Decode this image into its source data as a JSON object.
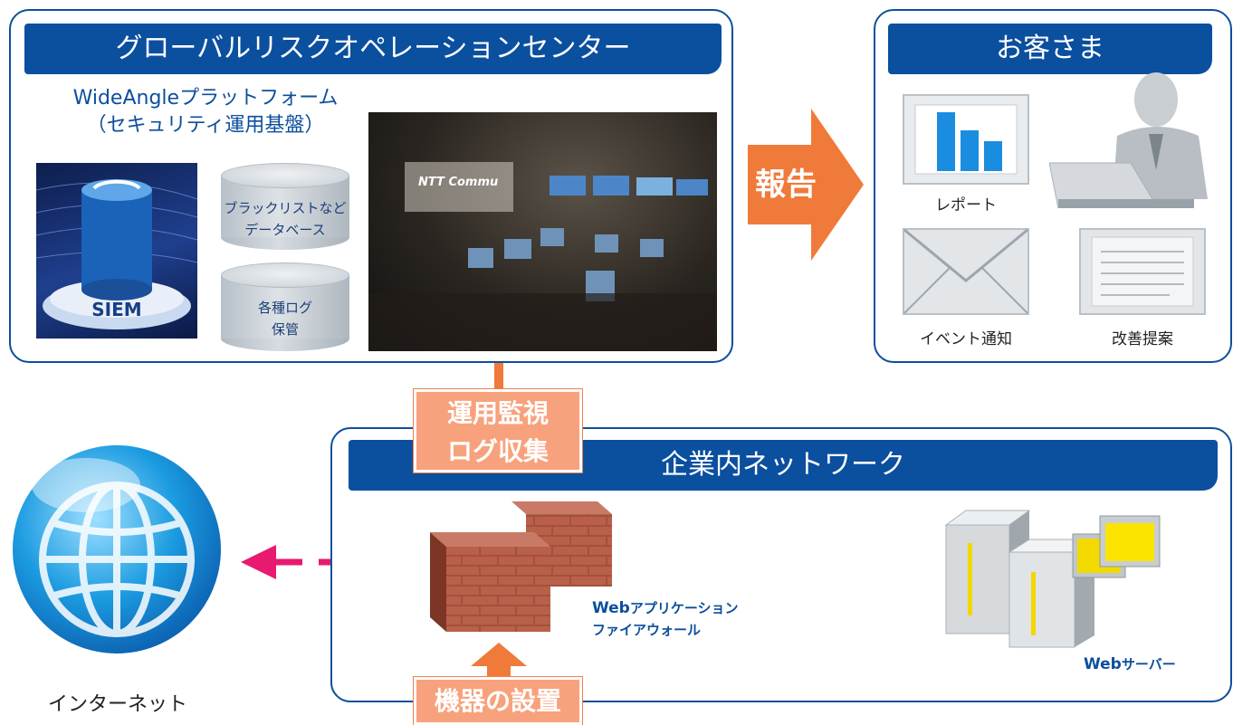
{
  "soc": {
    "title": "グローバルリスクオペレーションセンター",
    "platform_line1": "WideAngleプラットフォーム",
    "platform_line2": "（セキュリティ運用基盤）",
    "siem_label": "SIEM",
    "db1_line1": "ブラックリストなど",
    "db1_line2": "データベース",
    "db2_line1": "各種ログ",
    "db2_line2": "保管",
    "room_sign": "NTT Commu"
  },
  "report_arrow": {
    "label": "報告"
  },
  "customer": {
    "title": "お客さま",
    "report_label": "レポート",
    "event_label": "イベント通知",
    "proposal_label": "改善提案"
  },
  "monitor_box": {
    "line1": "運用監視",
    "line2": "ログ収集"
  },
  "network": {
    "title": "企業内ネットワーク",
    "waf_line1_bold": "Web",
    "waf_line1_rest": "アプリケーション",
    "waf_line2": "ファイアウォール",
    "server_bold": "Web",
    "server_rest": "サーバー"
  },
  "install_box": {
    "label": "機器の設置"
  },
  "internet": {
    "label": "インターネット"
  },
  "colors": {
    "panel_blue": "#0b4f9f",
    "orange": "#f07a3a",
    "orange_box": "#f7a27c",
    "link_pink": "#e8196f"
  }
}
